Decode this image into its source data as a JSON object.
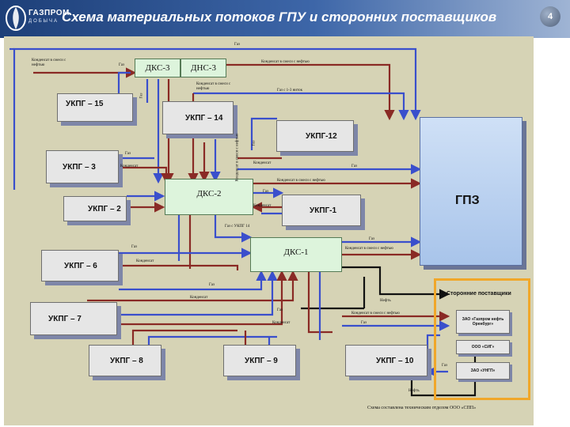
{
  "header": {
    "logo_text": "ГАЗПРОМ",
    "logo_sub": "ДОБЫЧА",
    "title": "Схема материальных потоков ГПУ и сторонних поставщиков",
    "page_number": "4"
  },
  "nodes": {
    "dks3": "ДКС-3",
    "dns3": "ДНС-3",
    "ukpg15": "УКПГ – 15",
    "ukpg14": "УКПГ – 14",
    "ukpg12": "УКПГ-12",
    "ukpg3": "УКПГ – 3",
    "dks2": "ДКС-2",
    "ukpg2": "УКПГ – 2",
    "ukpg1": "УКПГ-1",
    "ukpg6": "УКПГ – 6",
    "dks1": "ДКС-1",
    "ukpg7": "УКПГ – 7",
    "ukpg8": "УКПГ – 8",
    "ukpg9": "УКПГ – 9",
    "ukpg10": "УКПГ – 10",
    "gpz": "ГПЗ"
  },
  "suppliers": {
    "title": "Сторонние поставщики",
    "s1": "ЗАО «Газпром нефть Оренбург»",
    "s2": "ООО «СИГ»",
    "s3": "ЗАО «УНГП»"
  },
  "labels": {
    "gas": "Газ",
    "condensate": "Конденсат",
    "cond_oil_mix": "Конденсат в смеси с нефтью",
    "gas_1_3": "Газ с 1-3 ниток",
    "gas_ukpg14": "Газ с УКПГ 14",
    "oil": "Нефть"
  },
  "footnote": "Схема составлена техническим отделом ООО «СПП»",
  "colors": {
    "gas_line": "#3a4fcc",
    "condensate_line": "#8a2a25",
    "oil_line": "#111111",
    "canvas": "#d6d3b5",
    "supplier_frame": "#f0a72a"
  }
}
